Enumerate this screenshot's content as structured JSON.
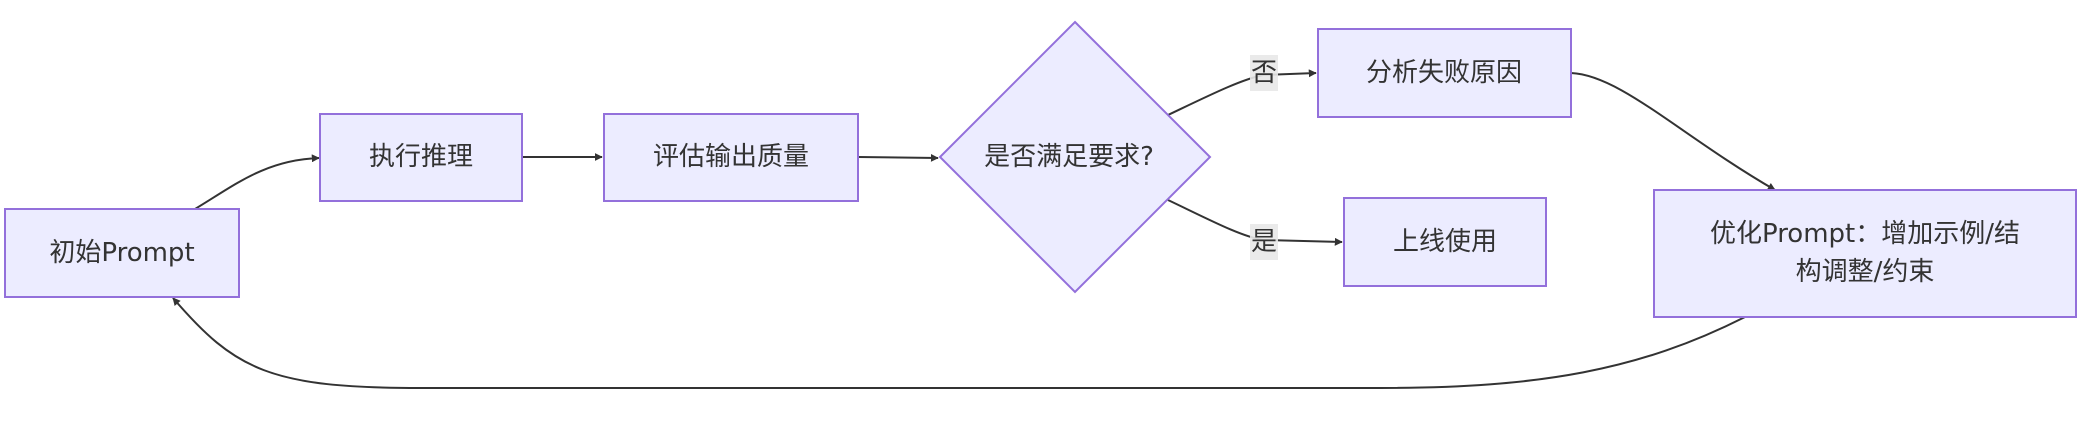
{
  "nodes": {
    "initial_prompt": "初始Prompt",
    "execute_inference": "执行推理",
    "evaluate_quality": "评估输出质量",
    "meets_requirements": "是否满足要求?",
    "analyze_failure": "分析失败原因",
    "go_live": "上线使用",
    "optimize_line1": "优化Prompt：增加示例/结",
    "optimize_line2": "构调整/约束"
  },
  "edges": {
    "no_label": "否",
    "yes_label": "是"
  },
  "colors": {
    "node_fill": "#ececff",
    "node_stroke": "#9370db",
    "edge": "#333333",
    "text": "#333333"
  }
}
